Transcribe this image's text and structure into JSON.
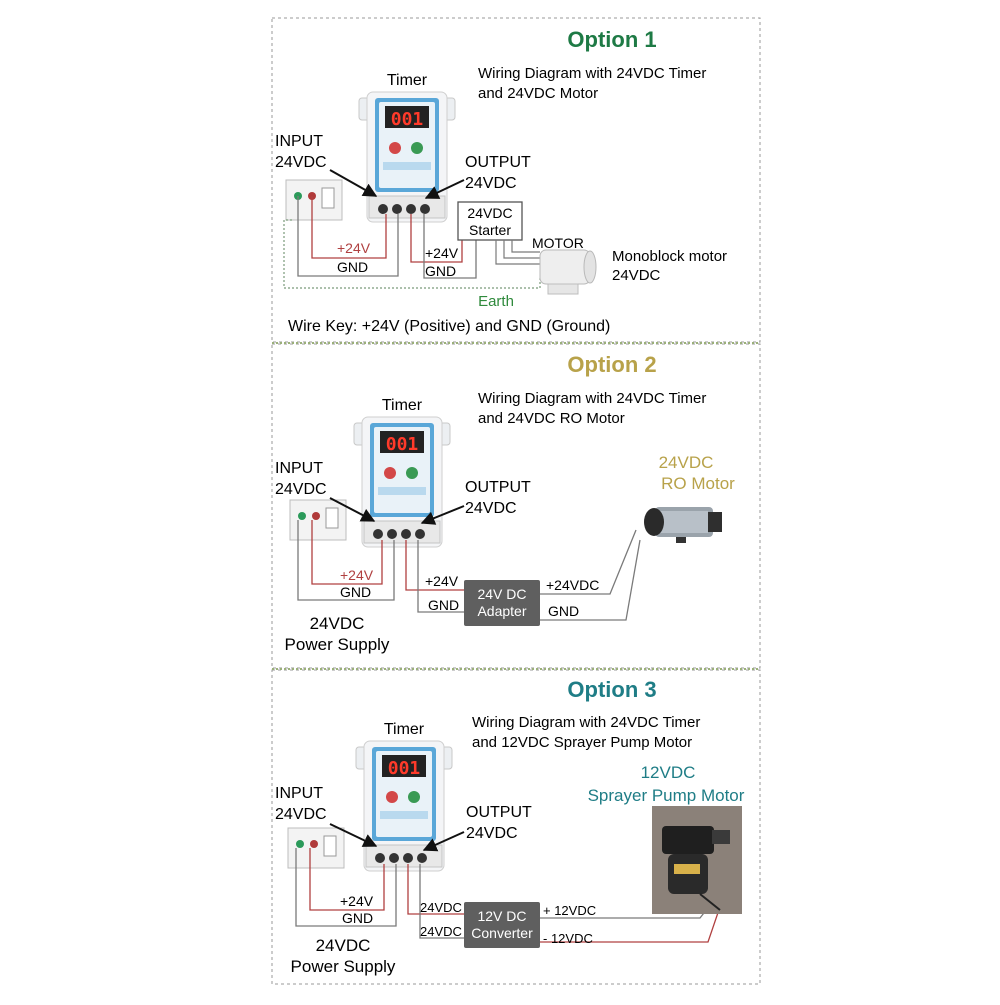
{
  "colors": {
    "opt1": "#1e7a45",
    "opt2": "#b8a24a",
    "opt3": "#1f7d86",
    "wire_red": "#b04040",
    "wire_gray": "#7a7a7a",
    "earth_green": "#2f8a3c",
    "box_dark": "#5f5f5f",
    "panel_border": "#8a8a8a"
  },
  "icons": [
    "timer-device",
    "switch-box",
    "motor",
    "ro-pump",
    "sprayer-pump",
    "arrow"
  ],
  "option1": {
    "title": "Option 1",
    "caption_line1": "Wiring Diagram with 24VDC Timer",
    "caption_line2": "and 24VDC Motor",
    "timer_label": "Timer",
    "input_line1": "INPUT",
    "input_line2": "24VDC",
    "output_line1": "OUTPUT",
    "output_line2": "24VDC",
    "plus24_in": "+24V",
    "gnd_in": "GND",
    "plus24_out": "+24V",
    "gnd_out": "GND",
    "starter_line1": "24VDC",
    "starter_line2": "Starter",
    "motor_label": "MOTOR",
    "monoblock_line1": "Monoblock motor",
    "monoblock_line2": "24VDC",
    "earth": "Earth",
    "wire_key": "Wire Key: +24V (Positive) and GND (Ground)",
    "display": "001"
  },
  "option2": {
    "title": "Option 2",
    "caption_line1": "Wiring Diagram with 24VDC Timer",
    "caption_line2": "and 24VDC RO Motor",
    "timer_label": "Timer",
    "input_line1": "INPUT",
    "input_line2": "24VDC",
    "output_line1": "OUTPUT",
    "output_line2": "24VDC",
    "plus24_in": "+24V",
    "gnd_in": "GND",
    "plus24_out": "+24V",
    "gnd_out": "GND",
    "adapter_line1": "24V DC",
    "adapter_line2": "Adapter",
    "motor_plus": "+24VDC",
    "motor_gnd": "GND",
    "ro_line1": "24VDC",
    "ro_line2": "RO Motor",
    "psu_line1": "24VDC",
    "psu_line2": "Power Supply",
    "display": "001"
  },
  "option3": {
    "title": "Option 3",
    "caption_line1": "Wiring Diagram with 24VDC Timer",
    "caption_line2": "and 12VDC Sprayer Pump Motor",
    "timer_label": "Timer",
    "input_line1": "INPUT",
    "input_line2": "24VDC",
    "output_line1": "OUTPUT",
    "output_line2": "24VDC",
    "plus24_in": "+24V",
    "gnd_in": "GND",
    "out_a": "24VDC",
    "out_b": "24VDC",
    "converter_line1": "12V DC",
    "converter_line2": "Converter",
    "plus12": "+ 12VDC",
    "minus12": "- 12VDC",
    "pump_line1": "12VDC",
    "pump_line2": "Sprayer Pump Motor",
    "psu_line1": "24VDC",
    "psu_line2": "Power Supply",
    "display": "001"
  }
}
